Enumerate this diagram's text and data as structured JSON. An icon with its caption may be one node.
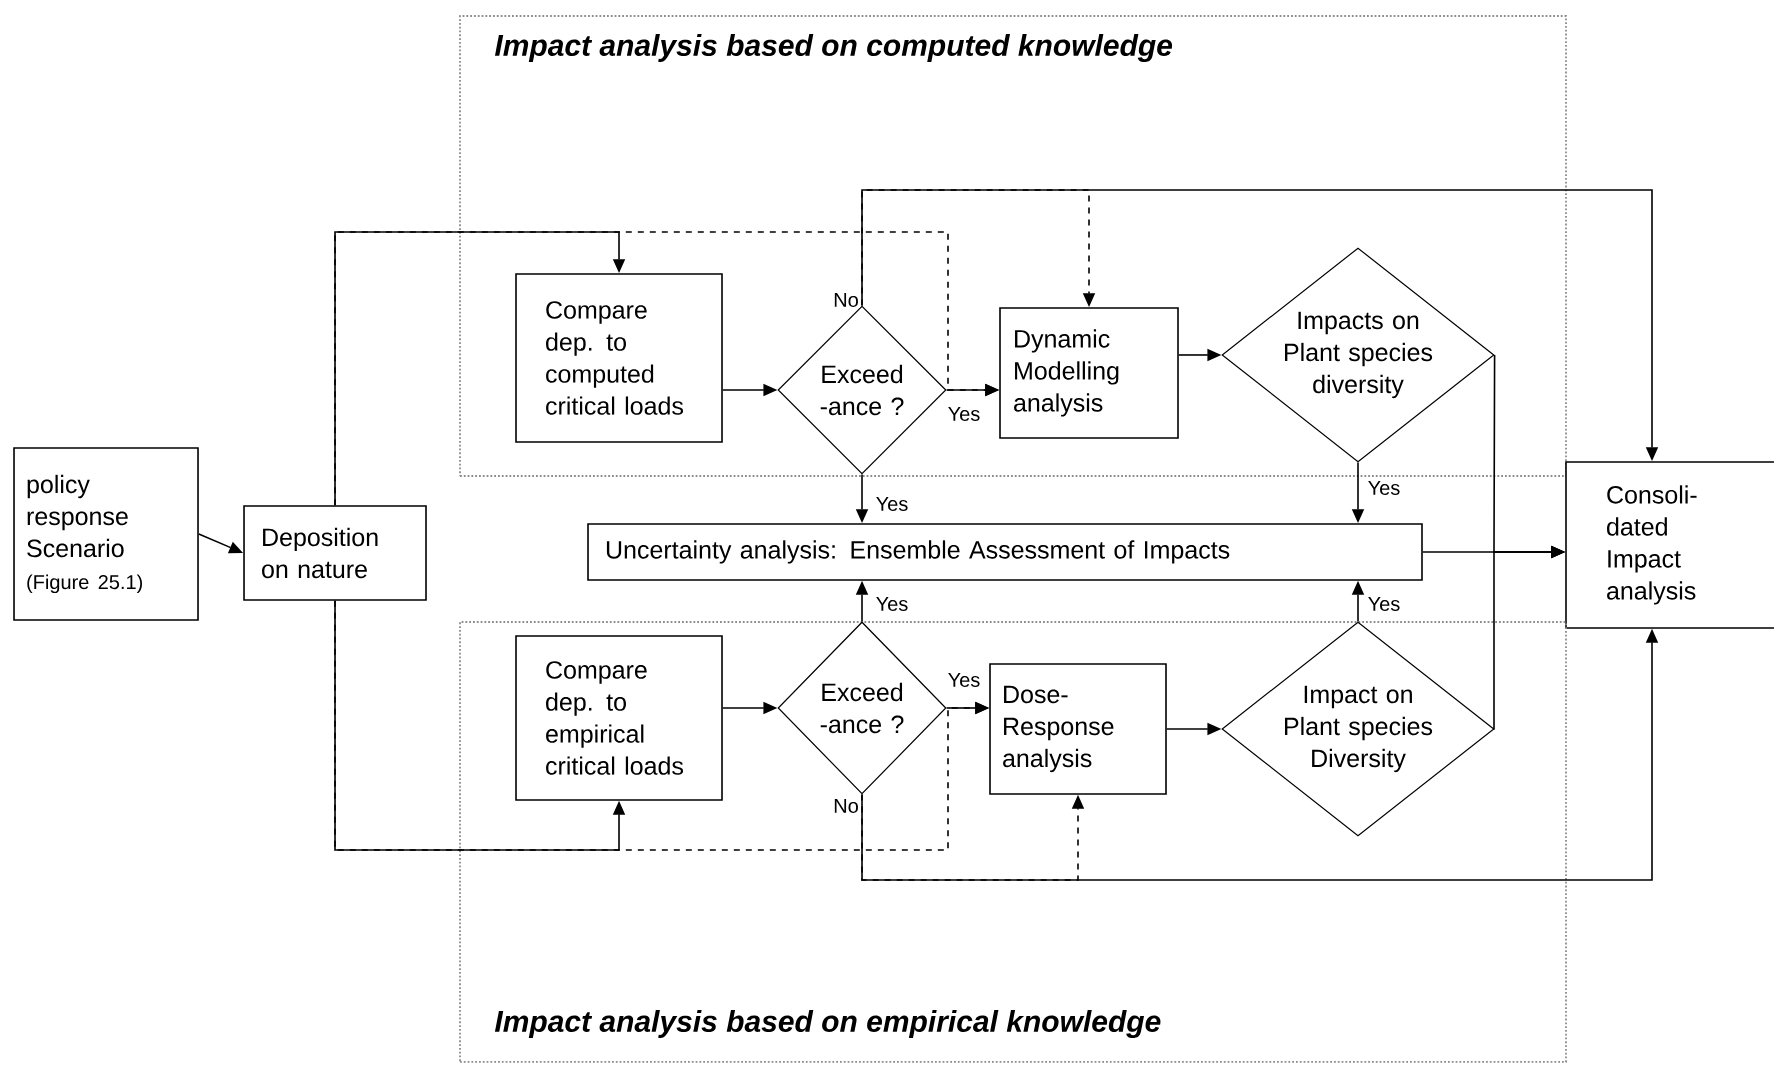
{
  "diagram": {
    "nodes": [
      {
        "text": [
          "Impact analysis based on computed knowledge"
        ]
      },
      {
        "text": [
          "Compare dep. to computed critical loads"
        ],
        "in": 0
      },
      {
        "text": [
          "Exceed -ance ?"
        ],
        "in": 0
      },
      {
        "text": [
          "Dynamic Modelling analysis"
        ],
        "in": 0
      },
      {
        "text": [
          "Impacts on Plant species diversity"
        ],
        "in": 0
      },
      {
        "text": [
          "policy response Scenario",
          "(Figure 25.1)"
        ]
      },
      {
        "text": [
          "Deposition on nature"
        ]
      },
      {
        "text": [
          "Uncertainty analysis: Ensemble Assessment of Impacts"
        ]
      },
      {
        "text": [
          "Consoli- dated Impact analysis"
        ]
      },
      {
        "text": [
          "Impact analysis based on empirical knowledge"
        ]
      },
      {
        "text": [
          "Compare dep. to empirical critical loads"
        ],
        "in": 9
      },
      {
        "text": [
          "Exceed -ance ?"
        ],
        "in": 9
      },
      {
        "text": [
          "Dose- Response analysis"
        ],
        "in": 9
      },
      {
        "text": [
          "Impact on Plant species Diversity"
        ],
        "in": 9
      }
    ],
    "edges": [
      {
        "from": 5,
        "to": 6,
        "arrow": "to"
      },
      {
        "from": 6,
        "to": 1,
        "arrow": "to"
      },
      {
        "from": 6,
        "to": 10,
        "arrow": "to"
      },
      {
        "from": 1,
        "to": 2,
        "arrow": "to"
      },
      {
        "from": 2,
        "to": 3,
        "arrow": "to",
        "label": "Yes"
      },
      {
        "from": 2,
        "to": 7,
        "arrow": "to",
        "label": "Yes"
      },
      {
        "from": 2,
        "to": 8,
        "arrow": "to",
        "label": "No"
      },
      {
        "from": 6,
        "to": 3,
        "arrow": "to",
        "style": "dashed"
      },
      {
        "from": 2,
        "to": 3,
        "arrow": "to",
        "style": "dashed"
      },
      {
        "from": 3,
        "to": 4,
        "arrow": "to"
      },
      {
        "from": 4,
        "to": 7,
        "arrow": "to",
        "label": "Yes"
      },
      {
        "from": 4,
        "to": 8,
        "arrow": "to"
      },
      {
        "from": 7,
        "to": 8,
        "arrow": "to"
      },
      {
        "from": 10,
        "to": 11,
        "arrow": "to"
      },
      {
        "from": 11,
        "to": 12,
        "arrow": "to",
        "label": "Yes"
      },
      {
        "from": 11,
        "to": 7,
        "arrow": "to",
        "label": "Yes"
      },
      {
        "from": 11,
        "to": 8,
        "arrow": "to",
        "label": "No"
      },
      {
        "from": 6,
        "to": 12,
        "arrow": "to",
        "style": "dashed"
      },
      {
        "from": 11,
        "to": 12,
        "arrow": "to",
        "style": "dashed"
      },
      {
        "from": 12,
        "to": 13,
        "arrow": "to"
      },
      {
        "from": 13,
        "to": 7,
        "arrow": "to",
        "label": "Yes"
      },
      {
        "from": 13,
        "to": 8,
        "arrow": "to"
      }
    ]
  }
}
